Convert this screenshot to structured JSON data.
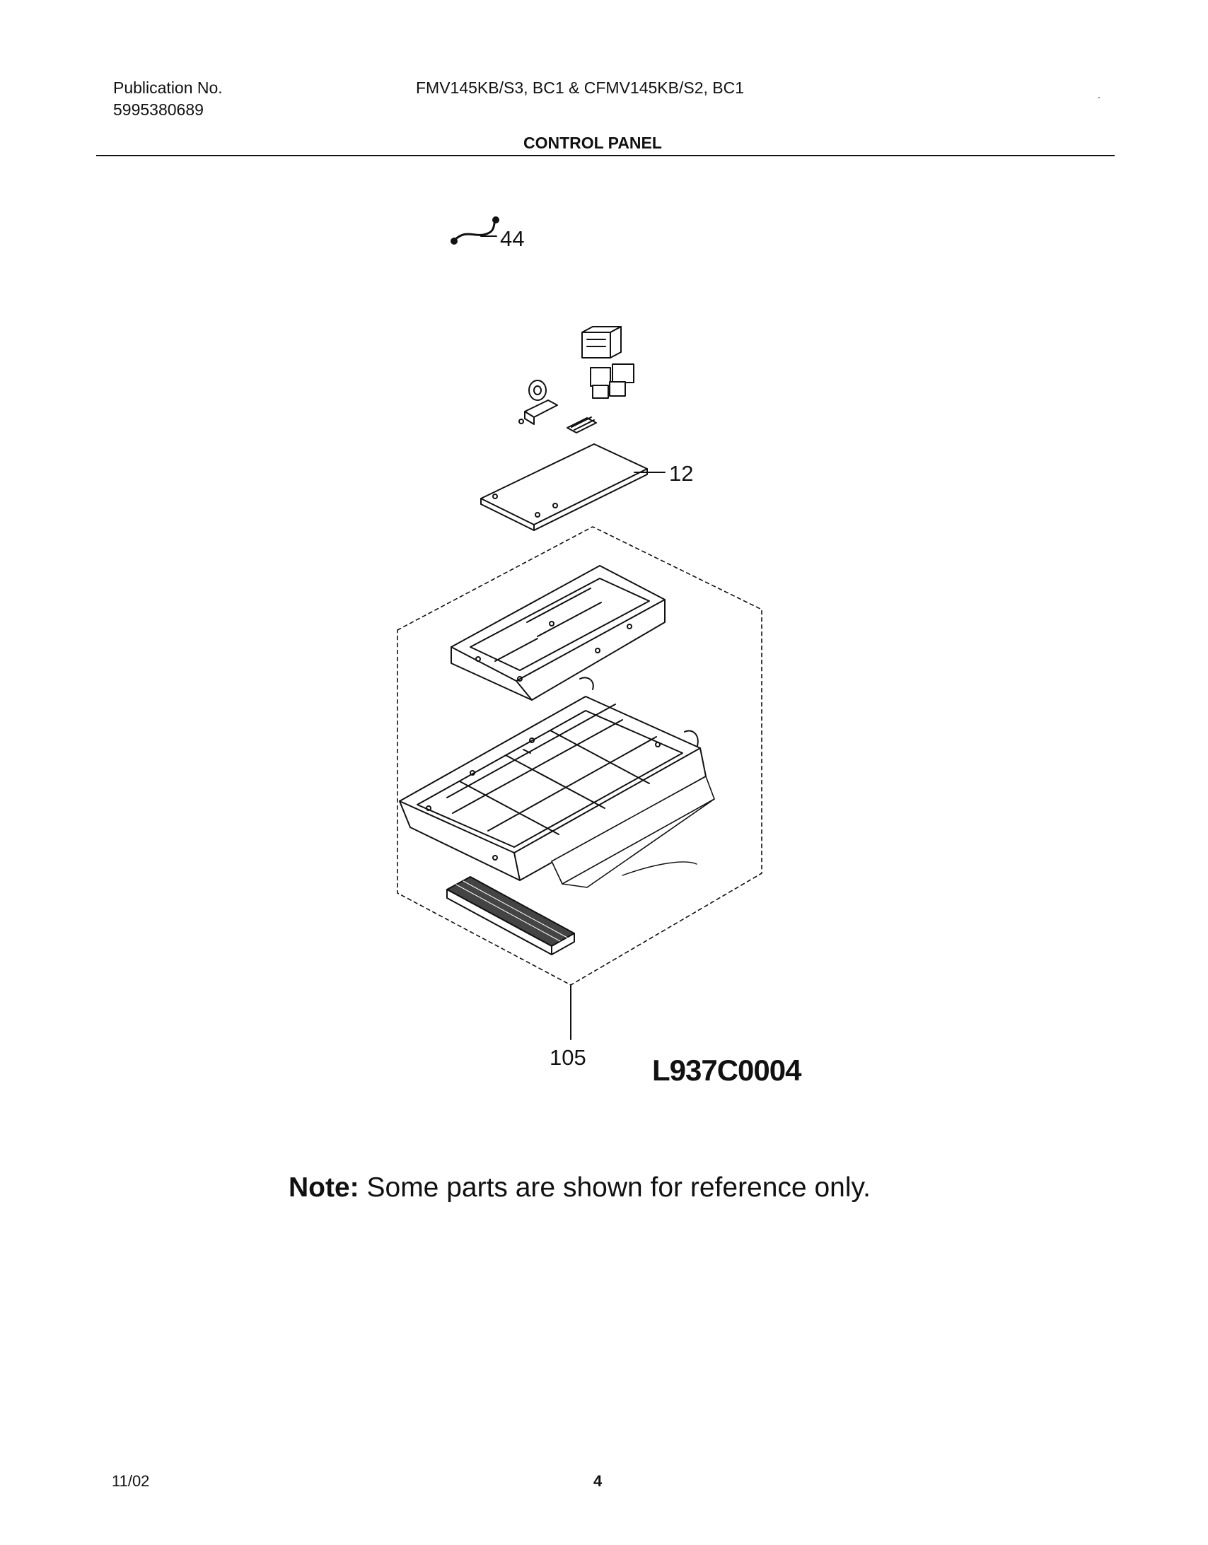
{
  "header": {
    "publication_label": "Publication No.",
    "publication_number": "5995380689",
    "model_numbers": "FMV145KB/S3, BC1 & CFMV145KB/S2, BC1",
    "section_title": "CONTROL PANEL"
  },
  "diagram": {
    "callouts": [
      "44",
      "12",
      "105"
    ],
    "figure_code": "L937C0004"
  },
  "note": {
    "label": "Note:",
    "text": " Some parts are shown for reference only."
  },
  "footer": {
    "date": "11/02",
    "page_number": "4"
  }
}
